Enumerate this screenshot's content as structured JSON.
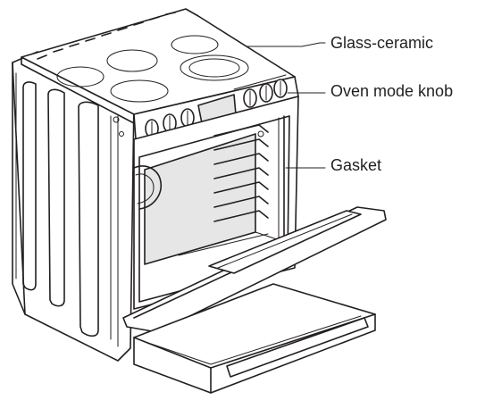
{
  "figure": {
    "callouts": [
      {
        "id": "glass-ceramic",
        "label": "Glass-ceramic"
      },
      {
        "id": "oven-mode-knob",
        "label": "Oven mode knob"
      },
      {
        "id": "gasket",
        "label": "Gasket"
      }
    ]
  }
}
